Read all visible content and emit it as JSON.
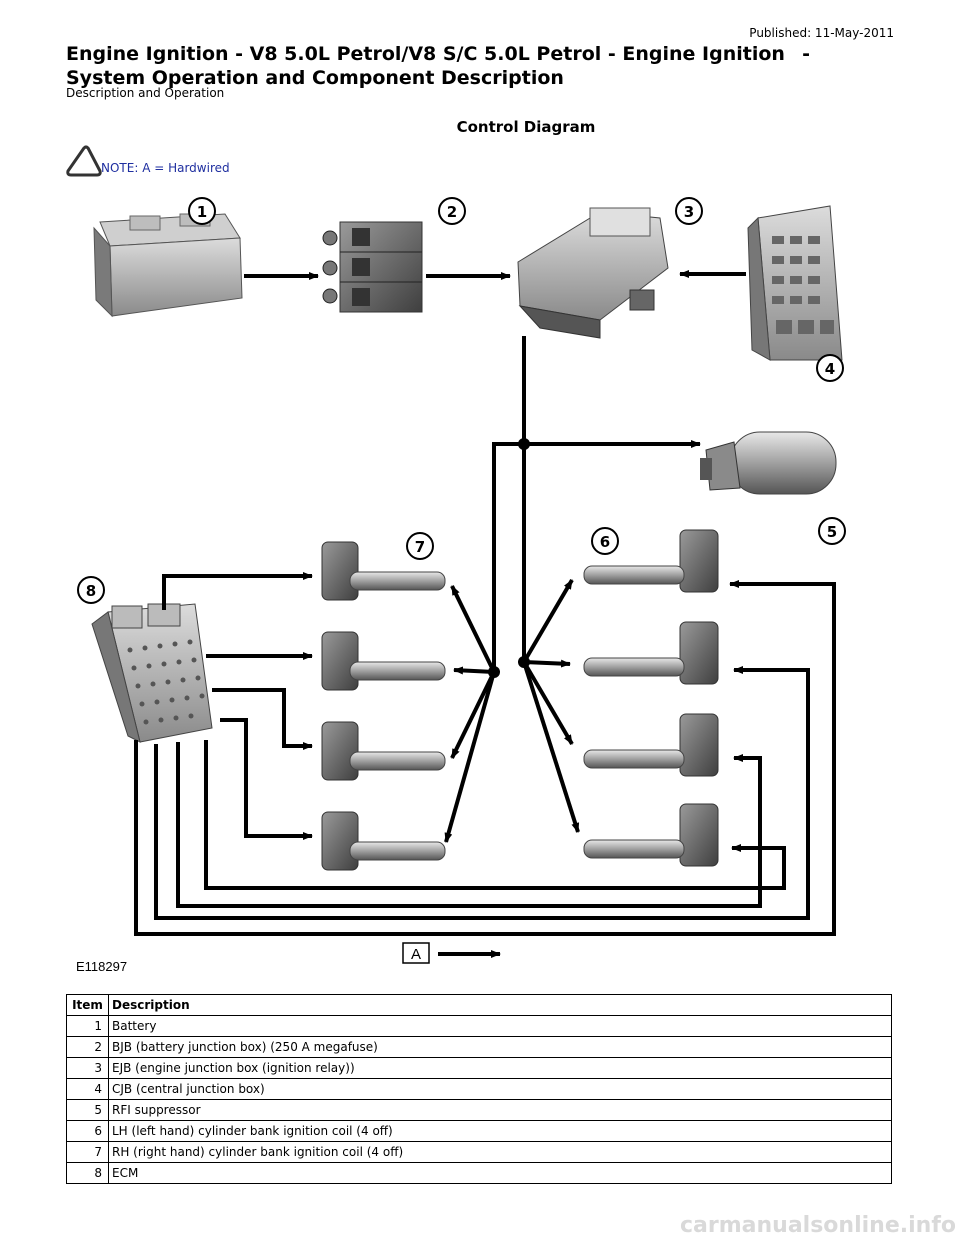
{
  "header": {
    "published": "Published: 11-May-2011",
    "title": "Engine Ignition - V8 5.0L Petrol/V8 S/C 5.0L Petrol - Engine Ignition",
    "title_dash": "-",
    "title_line2": "System Operation and Component Description",
    "subtitle": "Description and Operation"
  },
  "diagram": {
    "heading": "Control Diagram",
    "note": "NOTE: A = Hardwired",
    "figure_id": "E118297",
    "legend_letter": "A",
    "callouts": [
      "1",
      "2",
      "3",
      "4",
      "5",
      "6",
      "7",
      "8"
    ]
  },
  "table": {
    "headers": {
      "item": "Item",
      "description": "Description"
    },
    "rows": [
      {
        "item": "1",
        "description": "Battery"
      },
      {
        "item": "2",
        "description": "BJB (battery junction box) (250 A megafuse)"
      },
      {
        "item": "3",
        "description": "EJB (engine junction box (ignition relay))"
      },
      {
        "item": "4",
        "description": "CJB (central junction box)"
      },
      {
        "item": "5",
        "description": "RFI suppressor"
      },
      {
        "item": "6",
        "description": "LH (left hand) cylinder bank ignition coil (4 off)"
      },
      {
        "item": "7",
        "description": "RH (right hand) cylinder bank ignition coil (4 off)"
      },
      {
        "item": "8",
        "description": "ECM"
      }
    ]
  },
  "watermark": "carmanualsonline.info"
}
